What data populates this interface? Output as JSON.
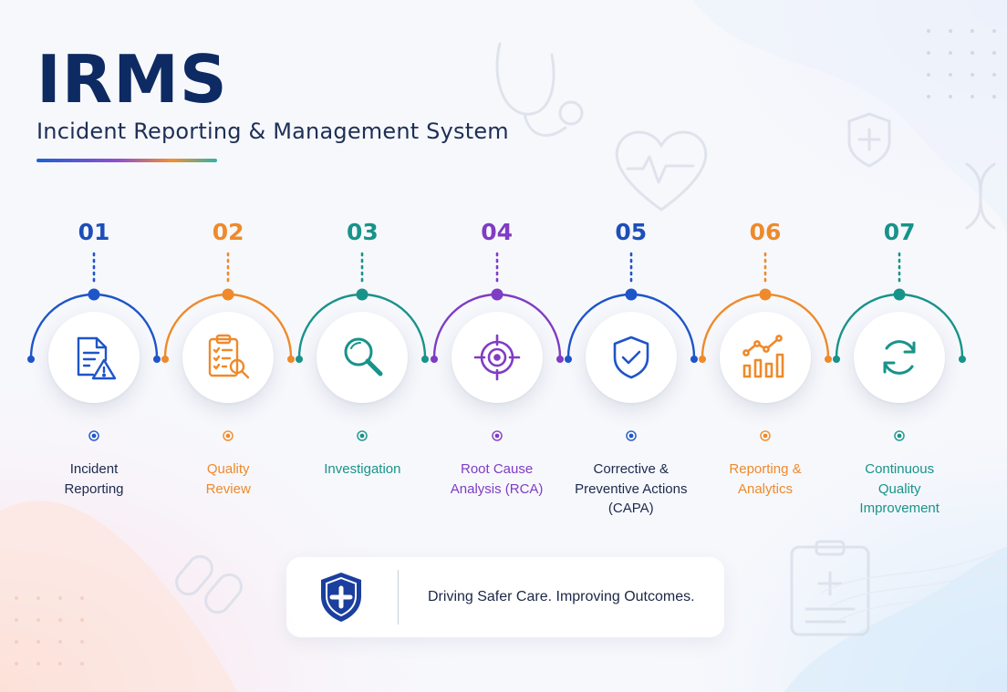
{
  "header": {
    "title": "IRMS",
    "subtitle": "Incident Reporting & Management System"
  },
  "steps": [
    {
      "number": "01",
      "label": "Incident\nReporting",
      "color": "#1e55c8",
      "icon": "document-warning-icon"
    },
    {
      "number": "02",
      "label": "Quality\nReview",
      "color": "#ee8a2b",
      "icon": "clipboard-search-icon"
    },
    {
      "number": "03",
      "label": "Investigation",
      "color": "#18938a",
      "icon": "magnifier-icon"
    },
    {
      "number": "04",
      "label": "Root Cause\nAnalysis (RCA)",
      "color": "#7f3cc4",
      "icon": "target-icon"
    },
    {
      "number": "05",
      "label": "Corrective &\nPreventive Actions\n(CAPA)",
      "color": "#1e55c8",
      "icon": "shield-check-icon"
    },
    {
      "number": "06",
      "label": "Reporting &\nAnalytics",
      "color": "#ee8a2b",
      "icon": "chart-icon"
    },
    {
      "number": "07",
      "label": "Continuous\nQuality\nImprovement",
      "color": "#18938a",
      "icon": "refresh-cycle-icon"
    }
  ],
  "label_colors": [
    "#1c2a4f",
    "#ee8a2b",
    "#18938a",
    "#7f3cc4",
    "#1c2a4f",
    "#ee8a2b",
    "#18938a"
  ],
  "number_colors": [
    "#1e4fb8",
    "#ee8a2b",
    "#18938a",
    "#7f3cc4",
    "#1e4fb8",
    "#ee8a2b",
    "#18938a"
  ],
  "tagline": {
    "text": "Driving Safer Care. Improving Outcomes.",
    "icon": "medical-shield-icon"
  }
}
